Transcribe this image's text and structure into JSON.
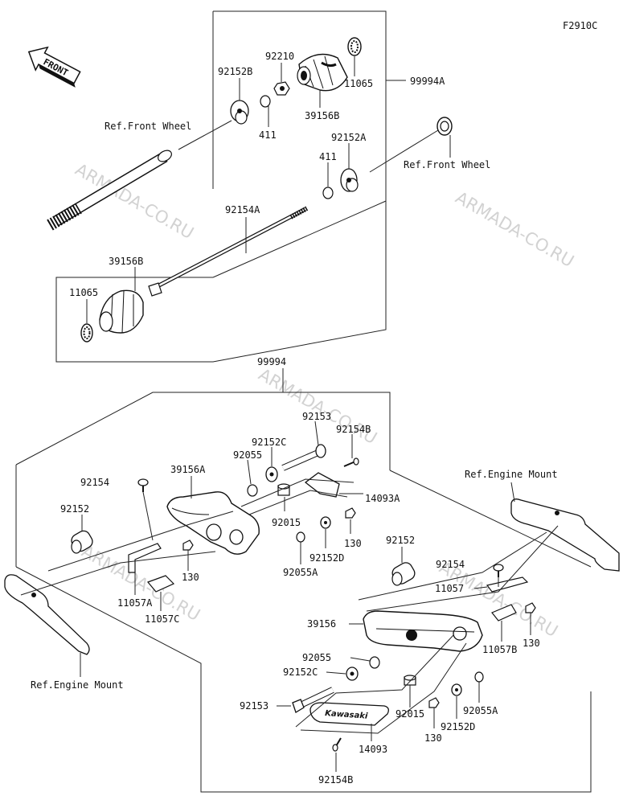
{
  "figure_code": "F2910C",
  "front_arrow_label": "FRONT",
  "watermark": "ARMADA-CO.RU",
  "refs": {
    "front_wheel": "Ref.Front Wheel",
    "engine_mount": "Ref.Engine Mount"
  },
  "top_labels": {
    "p92152B": "92152B",
    "p92210": "92210",
    "p411a": "411",
    "p39156B_top": "39156B",
    "p11065_top": "11065",
    "p99994A": "99994A",
    "p92152A": "92152A",
    "p411b": "411",
    "p92154A": "92154A",
    "p39156B_bot": "39156B",
    "p11065_bot": "11065"
  },
  "bottom_labels": {
    "p99994": "99994",
    "p92153_top": "92153",
    "p92154B_top": "92154B",
    "p92152C_top": "92152C",
    "p92055_top": "92055",
    "p39156A": "39156A",
    "p92154_left": "92154",
    "p92152_left": "92152",
    "p14093A": "14093A",
    "p92015_top": "92015",
    "p130_a": "130",
    "p92152D_top": "92152D",
    "p92055A_top": "92055A",
    "p130_b": "130",
    "p11057A": "11057A",
    "p11057C": "11057C",
    "p92152_right": "92152",
    "p92154_right": "92154",
    "p11057": "11057",
    "p39156": "39156",
    "p11057B": "11057B",
    "p130_c": "130",
    "p92055_bot": "92055",
    "p92152C_bot": "92152C",
    "p92153_bot": "92153",
    "p92015_bot": "92015",
    "p92055A_bot": "92055A",
    "p92152D_bot": "92152D",
    "p130_d": "130",
    "p14093": "14093",
    "p92154B_bot": "92154B"
  },
  "decal_text": "Kawasaki"
}
